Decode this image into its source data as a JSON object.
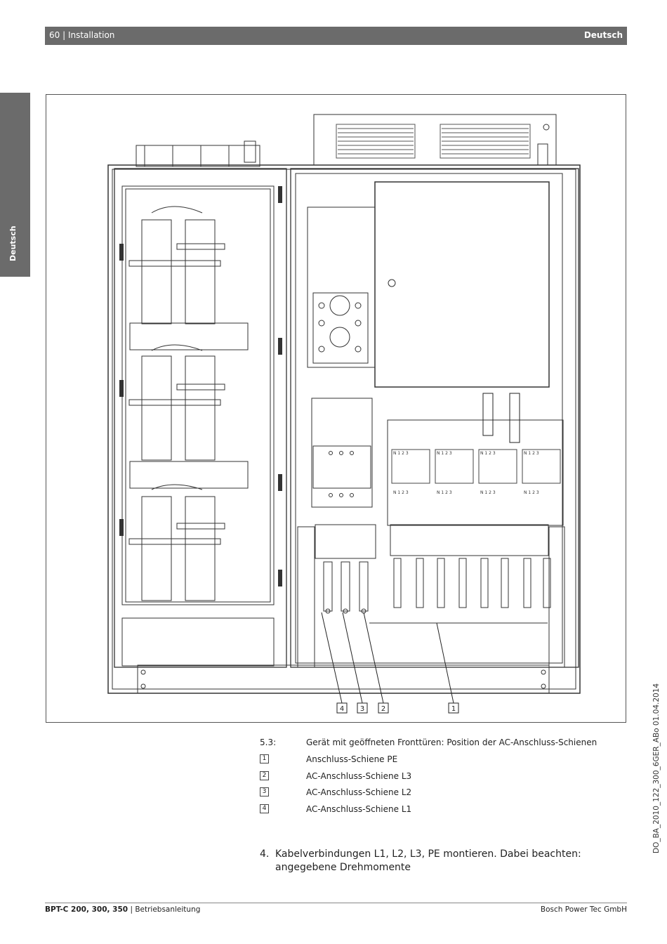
{
  "header": {
    "page_section": "60 | Installation",
    "language": "Deutsch"
  },
  "side_tab": {
    "label": "Deutsch"
  },
  "figure": {
    "callouts": [
      "4",
      "3",
      "2",
      "1"
    ]
  },
  "doc_id": "DO_BA_2010_122_300_6GER_ABo  01.04.2014",
  "caption": {
    "number": "5.3:",
    "title": "Gerät mit geöffneten Fronttüren: Position der AC-Anschluss-Schienen",
    "legend": [
      {
        "key": "1",
        "text": "Anschluss-Schiene PE"
      },
      {
        "key": "2",
        "text": "AC-Anschluss-Schiene L3"
      },
      {
        "key": "3",
        "text": "AC-Anschluss-Schiene L2"
      },
      {
        "key": "4",
        "text": "AC-Anschluss-Schiene L1"
      }
    ]
  },
  "step": {
    "number": "4.",
    "text": "Kabelverbindungen L1, L2, L3, PE montieren. Dabei beachten: angegebene Drehmomente"
  },
  "footer": {
    "product": "BPT-C 200, 300, 350",
    "doc_type": "| Betriebsanleitung",
    "company": "Bosch Power Tec GmbH"
  }
}
